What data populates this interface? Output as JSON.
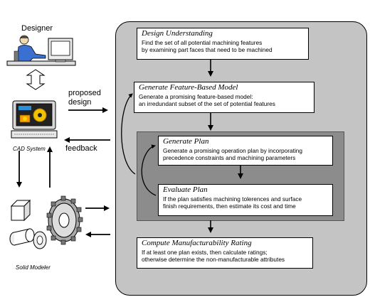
{
  "left": {
    "designer_label": "Designer",
    "proposed_design_label": "proposed\ndesign",
    "cad_label": "CAD System",
    "feedback_label": "feedback",
    "solid_modeler_label": "Solid Modeler"
  },
  "steps": {
    "design_understanding": {
      "title": "Design Understanding",
      "desc": "Find the set of all potential machining features\nby examining part faces that need to be machined"
    },
    "feature_model": {
      "title": "Generate Feature-Based Model",
      "desc": "Generate a promising feature-based model:\nan irredundant subset of the set of potential features"
    },
    "generate_plan": {
      "title": "Generate Plan",
      "desc": "Generate a promising operation plan by incorporating\nprecedence constraints and machining parameters"
    },
    "evaluate_plan": {
      "title": "Evaluate Plan",
      "desc": "If the plan satisfies machining tolerences and surface\nfinish requirements, then estimate its cost and time"
    },
    "compute_rating": {
      "title": "Compute Manufacturability Rating",
      "desc": "If at least one plan exists, then calculate ratings;\notherwise determine the non-manufacturable attributes"
    }
  }
}
